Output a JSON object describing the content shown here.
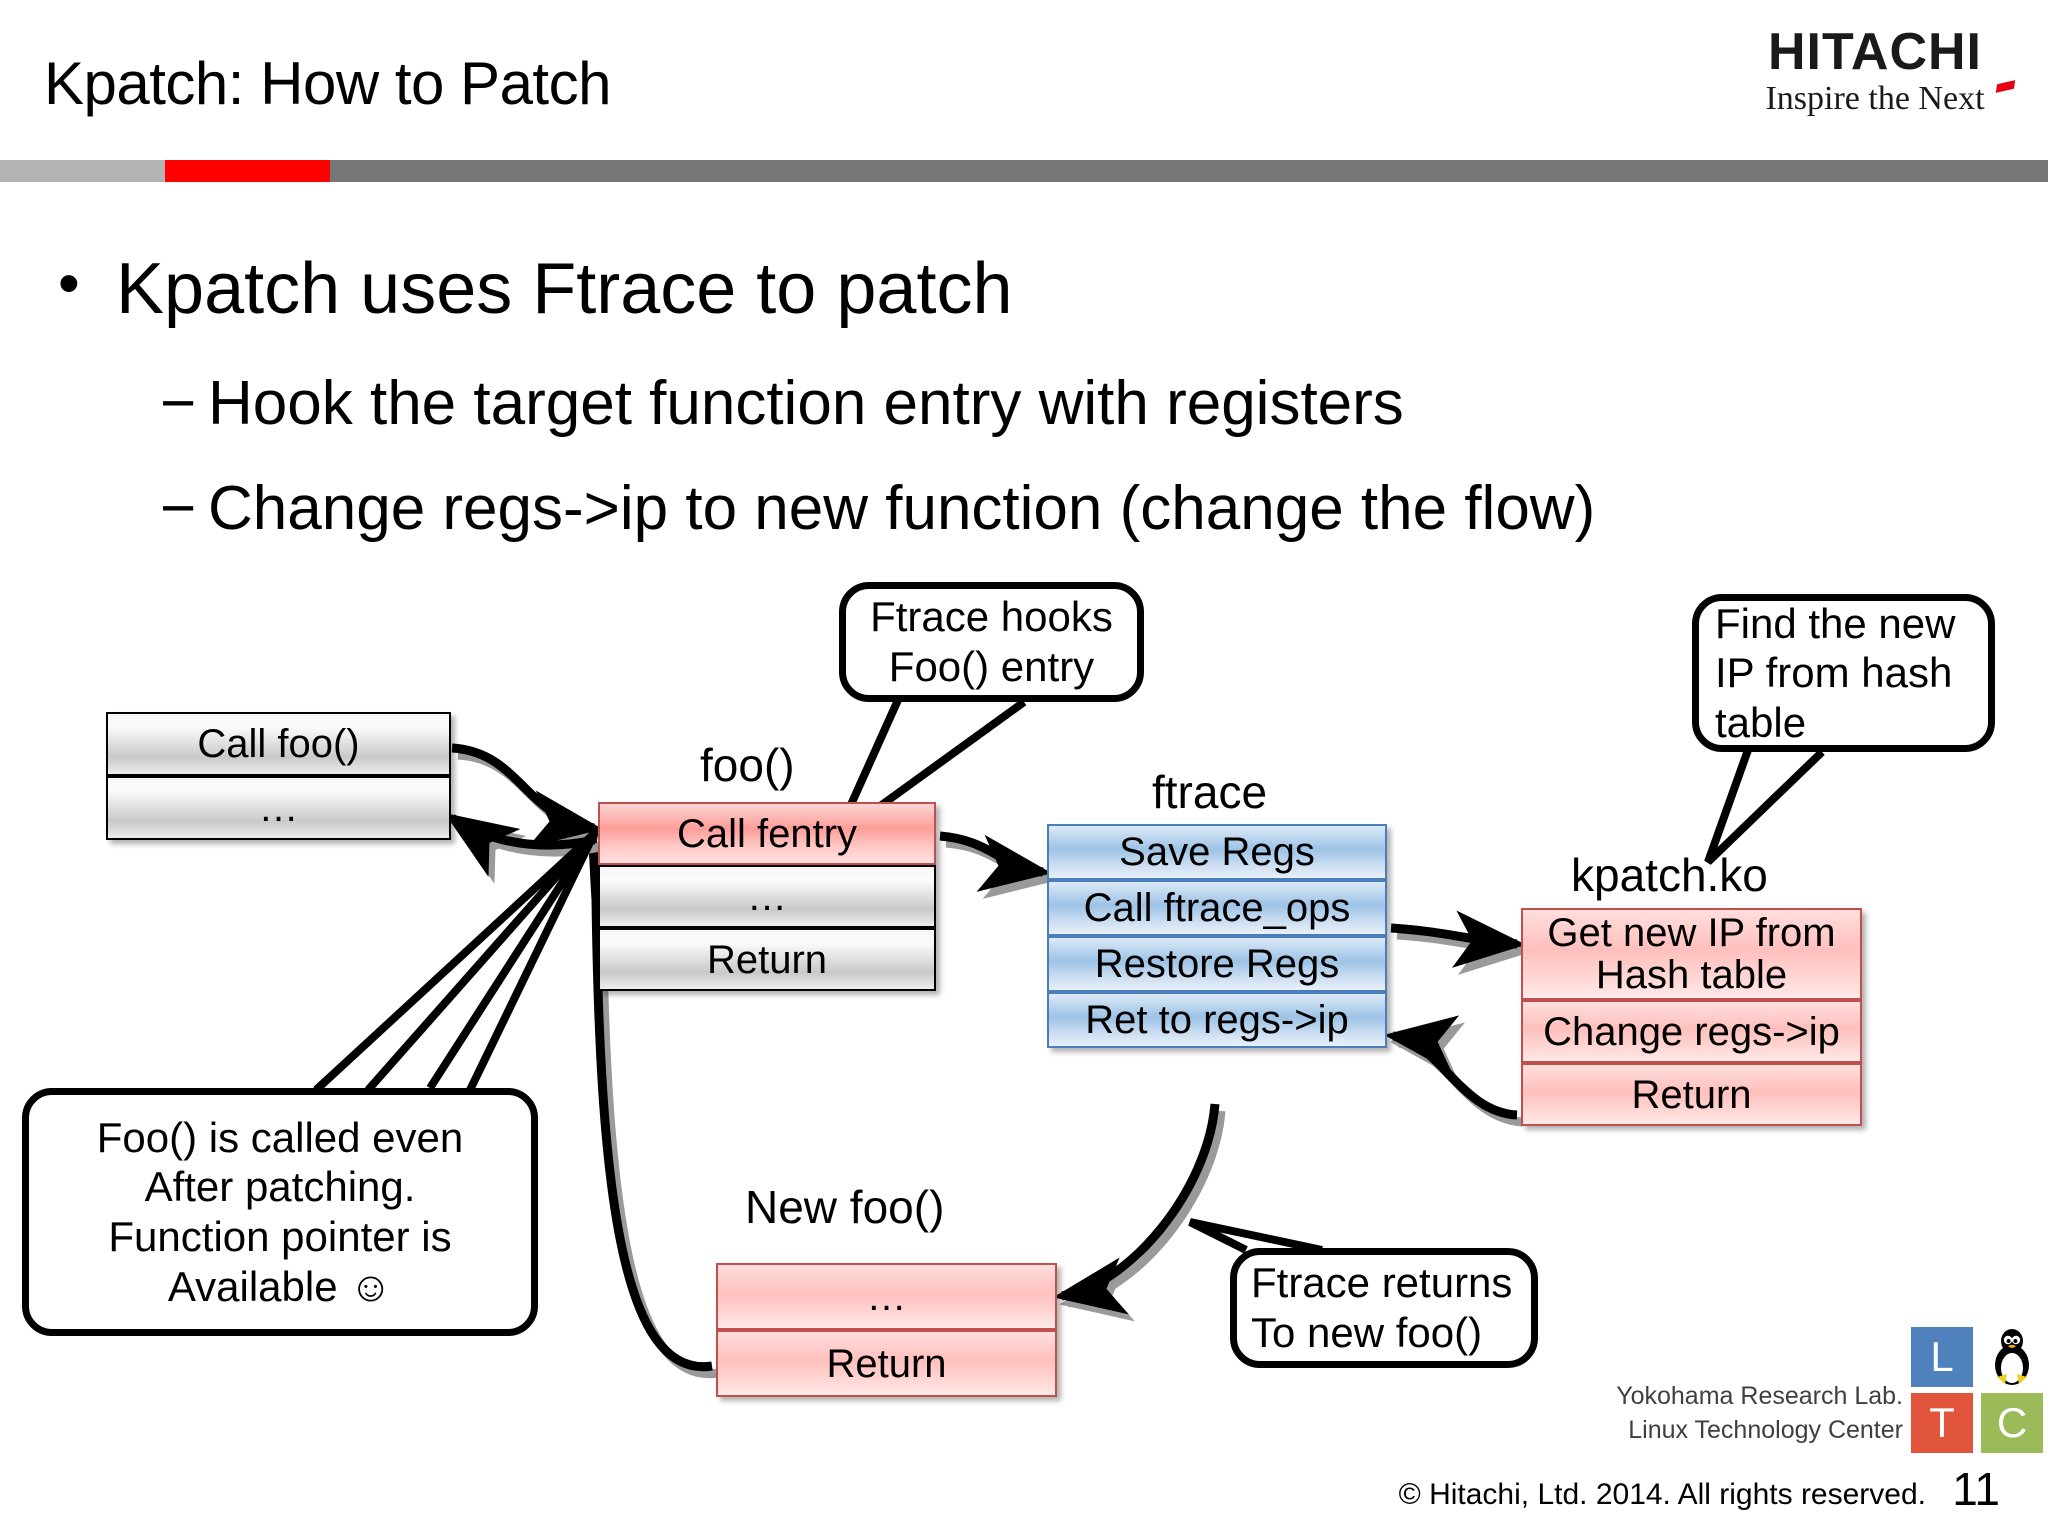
{
  "header": {
    "title": "Kpatch: How to Patch",
    "logo": {
      "wordmark": "HITACHI",
      "tagline": "Inspire the Next",
      "accent_color": "#e60012"
    },
    "rule_colors": {
      "left": "#b3b3b3",
      "accent": "#ff0000",
      "right": "#767676"
    }
  },
  "bullets": {
    "level1": "Kpatch uses Ftrace to patch",
    "level1_marker": "•",
    "level2_marker": "−",
    "level2": [
      "Hook the target function entry with registers",
      "Change regs->ip to new function (change the flow)"
    ]
  },
  "diagram": {
    "boxes": {
      "caller": {
        "caption": "",
        "rows": [
          {
            "text": "Call foo()",
            "style": "gray"
          },
          {
            "text": "…",
            "style": "gray"
          }
        ]
      },
      "foo": {
        "caption": "foo()",
        "rows": [
          {
            "text": "Call fentry",
            "style": "pink"
          },
          {
            "text": "…",
            "style": "gray"
          },
          {
            "text": "Return",
            "style": "gray"
          }
        ]
      },
      "ftrace": {
        "caption": "ftrace",
        "rows": [
          {
            "text": "Save Regs",
            "style": "blue"
          },
          {
            "text": "Call ftrace_ops",
            "style": "blue"
          },
          {
            "text": "Restore Regs",
            "style": "blue"
          },
          {
            "text": "Ret to regs->ip",
            "style": "blue"
          }
        ]
      },
      "kpatch": {
        "caption": "kpatch.ko",
        "rows": [
          {
            "text": "Get new IP from",
            "text2": "Hash table",
            "style": "pinklite"
          },
          {
            "text": "Change regs->ip",
            "style": "pinklite"
          },
          {
            "text": "Return",
            "style": "pinklite"
          }
        ]
      },
      "newfoo": {
        "caption": "New foo()",
        "rows": [
          {
            "text": "…",
            "style": "pinklite"
          },
          {
            "text": "Return",
            "style": "pinklite"
          }
        ]
      }
    },
    "callouts": {
      "hooks": [
        "Ftrace hooks",
        "Foo() entry"
      ],
      "find": [
        "Find the new",
        " IP from hash",
        "table"
      ],
      "foo_called": [
        "Foo() is called even",
        "After patching.",
        "Function pointer is",
        "Available ☺"
      ],
      "ftrace_returns": [
        "Ftrace returns",
        "To new foo()"
      ]
    }
  },
  "footer": {
    "ltc_logo_letters": [
      "L",
      "T",
      "C"
    ],
    "ltc_colors": {
      "l": "#4f81bd",
      "t": "#e0553b",
      "c": "#9bbb59"
    },
    "org_line1": "Yokohama Research Lab.",
    "org_line2": "Linux Technology Center",
    "copyright": "© Hitachi, Ltd. 2014. All rights reserved.",
    "page_number": "11"
  }
}
